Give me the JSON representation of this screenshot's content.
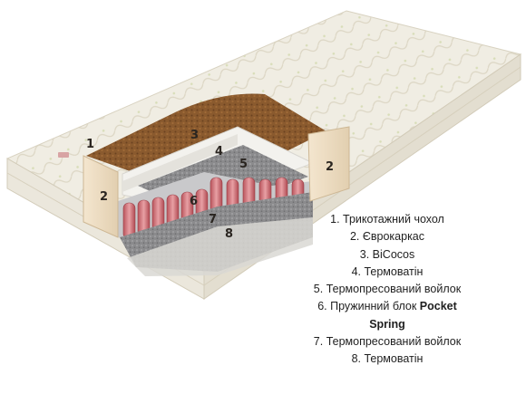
{
  "callouts": {
    "c1": "1",
    "c2a": "2",
    "c2b": "2",
    "c3": "3",
    "c4": "4",
    "c5": "5",
    "c6": "6",
    "c7": "7",
    "c8": "8"
  },
  "legend": [
    {
      "num": "1.",
      "text": "Трикотажний чохол"
    },
    {
      "num": "2.",
      "text": "Єврокаркас"
    },
    {
      "num": "3.",
      "text": "BiCocos"
    },
    {
      "num": "4.",
      "text": "Термоватін"
    },
    {
      "num": "5.",
      "text": "Термопресований войлок"
    },
    {
      "num": "6.",
      "text": "Пружинний блок",
      "bold": "Pocket"
    },
    {
      "num": "",
      "text": "",
      "bold": "Spring"
    },
    {
      "num": "7.",
      "text": "Термопресований войлок"
    },
    {
      "num": "8.",
      "text": "Термоватін"
    }
  ]
}
